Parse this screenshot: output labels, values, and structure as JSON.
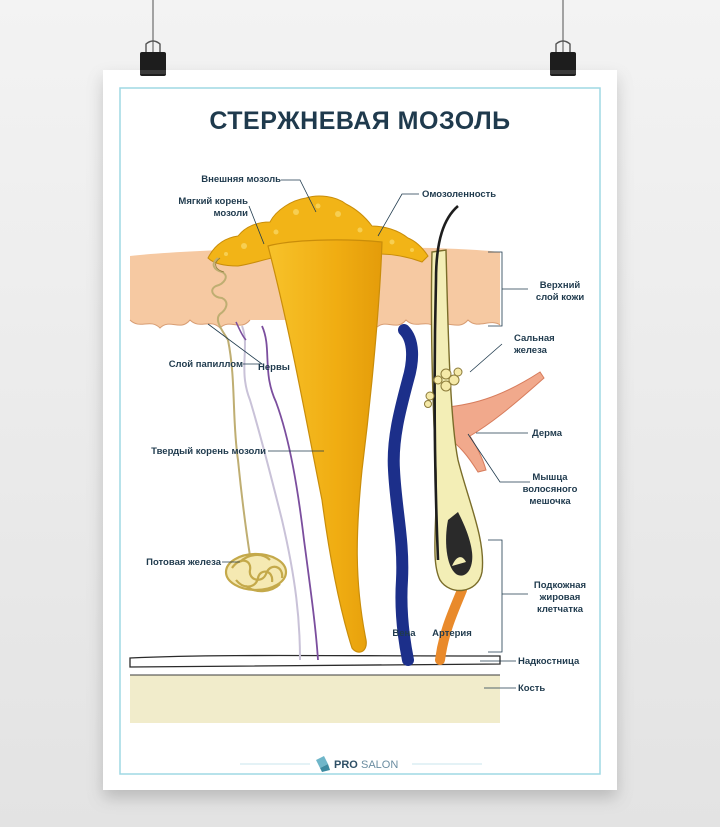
{
  "title": "СТЕРЖНЕВАЯ МОЗОЛЬ",
  "labels": {
    "outer_callus": "Внешняя мозоль",
    "soft_root_1": "Мягкий корень",
    "soft_root_2": "мозоли",
    "keratosis": "Омозоленность",
    "upper_skin_1": "Верхний",
    "upper_skin_2": "слой кожи",
    "papillary": "Слой папиллом",
    "nerves": "Нервы",
    "sebaceous_1": "Сальная",
    "sebaceous_2": "железа",
    "dermis": "Дерма",
    "muscle_1": "Мышца",
    "muscle_2": "волосяного",
    "muscle_3": "мешочка",
    "hard_root": "Твердый корень мозоли",
    "sweat_gland": "Потовая железа",
    "subcutaneous_1": "Подкожная",
    "subcutaneous_2": "жировая",
    "subcutaneous_3": "клетчатка",
    "vein": "Вена",
    "artery": "Артерия",
    "periosteum": "Надкостница",
    "bone": "Кость"
  },
  "brand": {
    "pro": "PRO",
    "salon": "SALON"
  },
  "colors": {
    "title": "#1f3a4d",
    "callus": "#f2b417",
    "skin": "#f6c9a2",
    "vein": "#1c2f8a",
    "artery": "#e98a2b",
    "bone": "#f1eccb"
  }
}
